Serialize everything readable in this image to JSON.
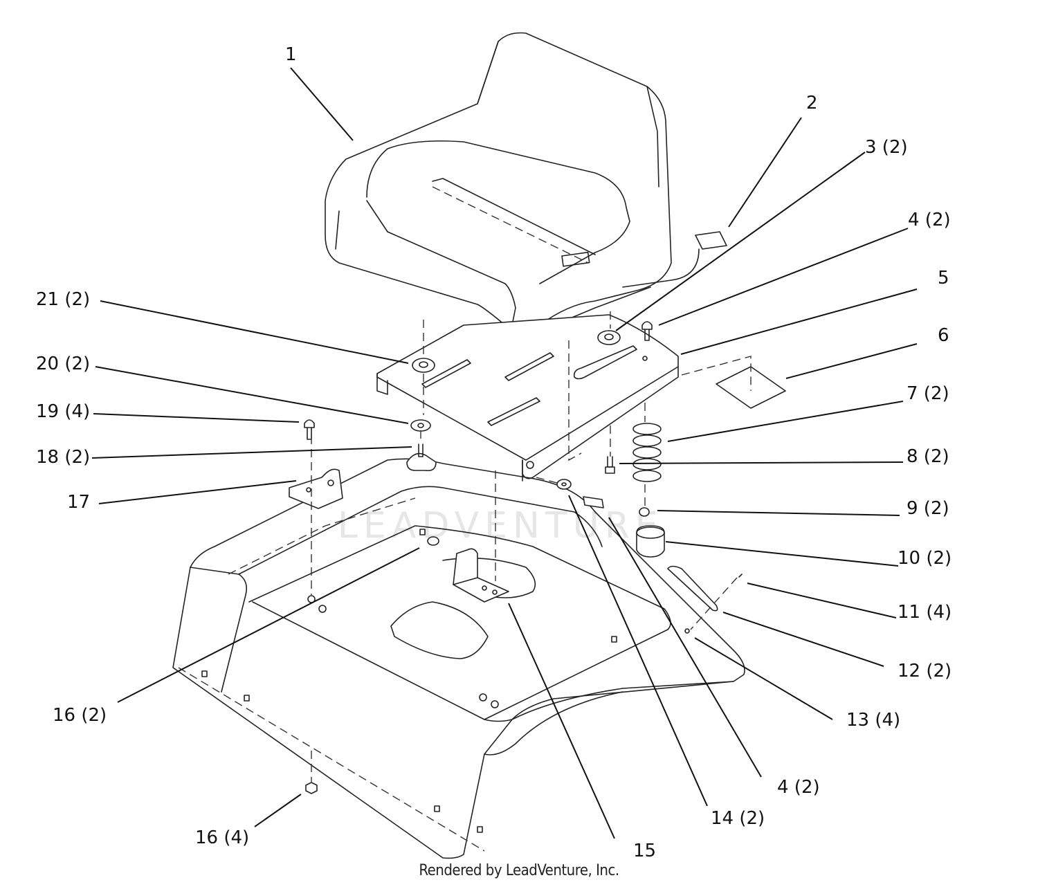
{
  "footer": "Rendered by LeadVenture, Inc.",
  "watermark": "LEADVENTURE",
  "callouts": [
    {
      "id": "c1",
      "text": "1"
    },
    {
      "id": "c2",
      "text": "2"
    },
    {
      "id": "c3",
      "text": "3 (2)"
    },
    {
      "id": "c4a",
      "text": "4 (2)"
    },
    {
      "id": "c5",
      "text": "5"
    },
    {
      "id": "c6",
      "text": "6"
    },
    {
      "id": "c7",
      "text": "7 (2)"
    },
    {
      "id": "c8",
      "text": "8 (2)"
    },
    {
      "id": "c9",
      "text": "9 (2)"
    },
    {
      "id": "c10",
      "text": "10 (2)"
    },
    {
      "id": "c11",
      "text": "11 (4)"
    },
    {
      "id": "c12",
      "text": "12 (2)"
    },
    {
      "id": "c13",
      "text": "13 (4)"
    },
    {
      "id": "c4b",
      "text": "4 (2)"
    },
    {
      "id": "c14",
      "text": "14 (2)"
    },
    {
      "id": "c15",
      "text": "15"
    },
    {
      "id": "c16a",
      "text": "16 (4)"
    },
    {
      "id": "c16b",
      "text": "16 (2)"
    },
    {
      "id": "c17",
      "text": "17"
    },
    {
      "id": "c18",
      "text": "18 (2)"
    },
    {
      "id": "c19",
      "text": "19 (4)"
    },
    {
      "id": "c20",
      "text": "20 (2)"
    },
    {
      "id": "c21",
      "text": "21 (2)"
    }
  ]
}
